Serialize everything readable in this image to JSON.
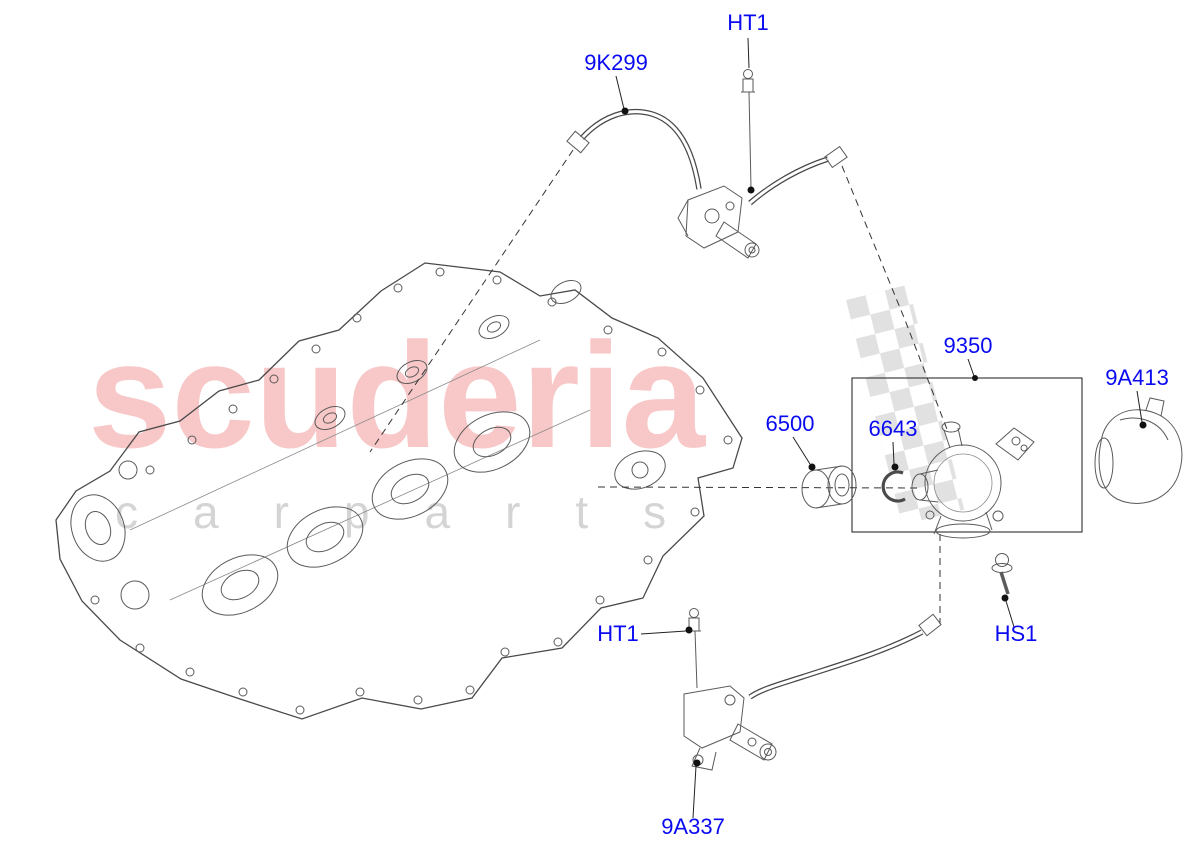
{
  "labels": {
    "ht1_top": "HT1",
    "pipe_9k299": "9K299",
    "pump_9350": "9350",
    "cap_9a413": "9A413",
    "bushing_6500": "6500",
    "ring_6643": "6643",
    "ht1_bottom": "HT1",
    "bolt_hs1": "HS1",
    "bracket_9a337": "9A337"
  },
  "watermark": {
    "title": "scuderia",
    "subtitle": "carparts"
  },
  "colors": {
    "label_blue": "#0a0af0",
    "watermark_red": "#e00000"
  }
}
